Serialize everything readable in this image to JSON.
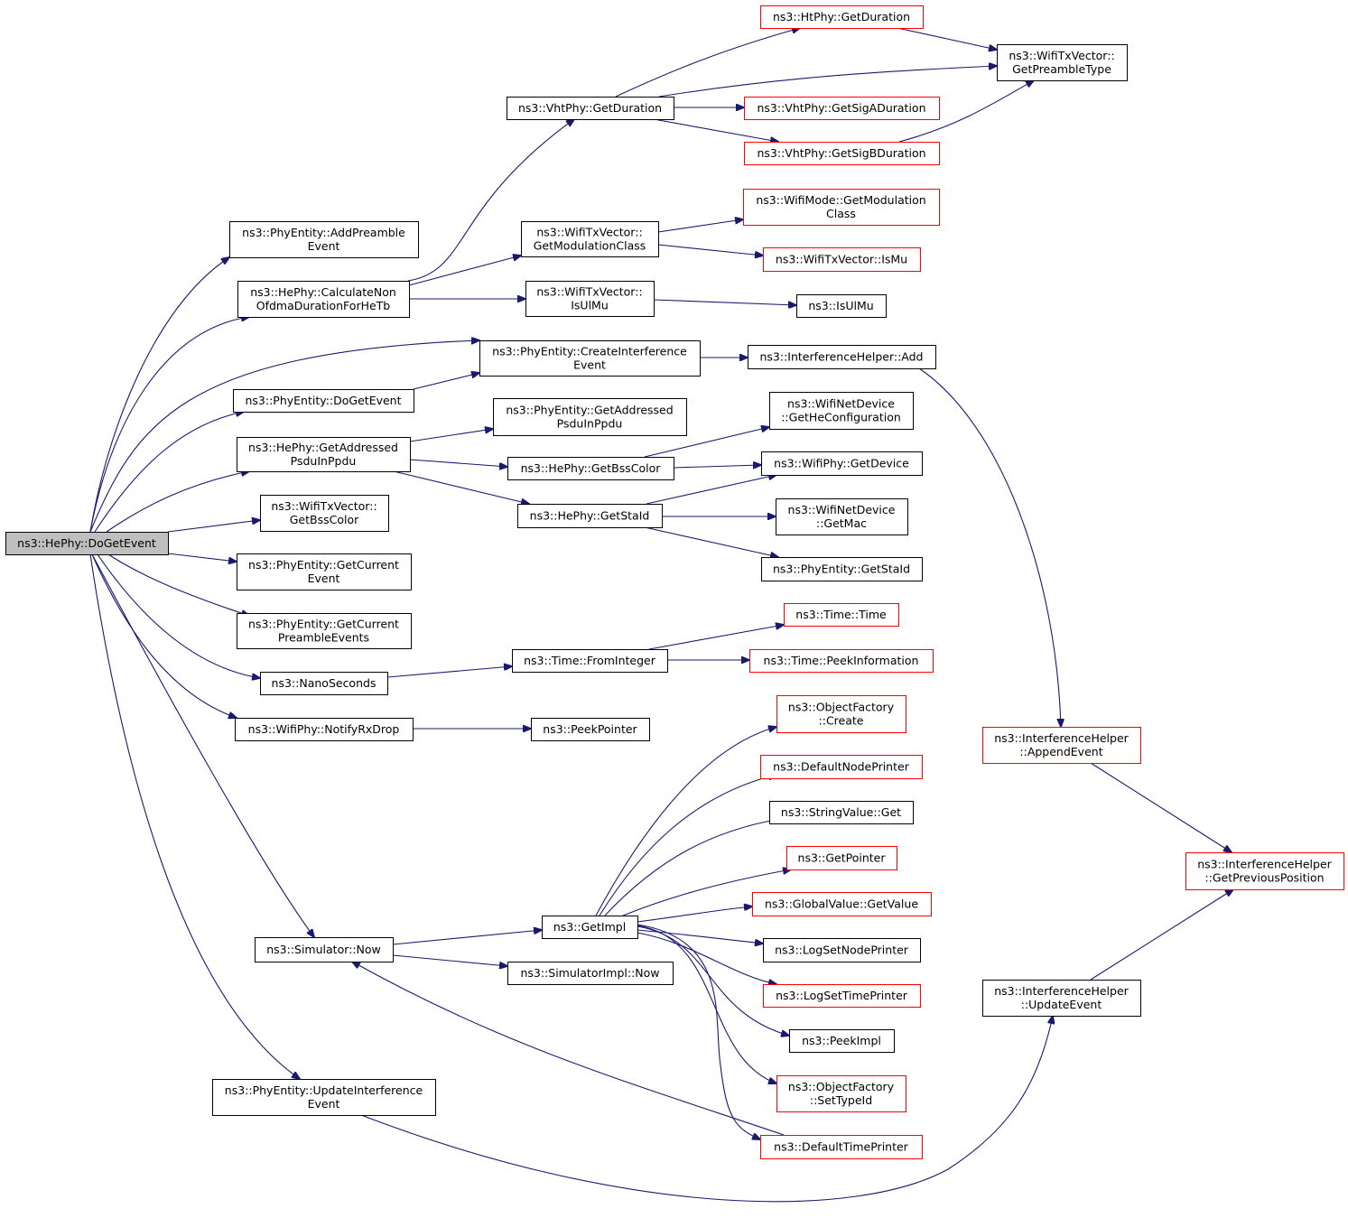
{
  "colors": {
    "edge": "#191970",
    "node_border_default": "#000000",
    "node_border_truncated": "#ff0000",
    "node_fill_focus": "#bfbfbf",
    "node_fill": "#ffffff"
  },
  "nodes": [
    {
      "id": "doGetEvent",
      "lines": [
        "ns3::HePhy::DoGetEvent"
      ],
      "style": "focus"
    },
    {
      "id": "addPreamble",
      "lines": [
        "ns3::PhyEntity::AddPreamble",
        "Event"
      ],
      "style": "default"
    },
    {
      "id": "calcNonOfdma",
      "lines": [
        "ns3::HePhy::CalculateNon",
        "OfdmaDurationForHeTb"
      ],
      "style": "default"
    },
    {
      "id": "createInterf",
      "lines": [
        "ns3::PhyEntity::CreateInterference",
        "Event"
      ],
      "style": "default"
    },
    {
      "id": "peDoGetEvent",
      "lines": [
        "ns3::PhyEntity::DoGetEvent"
      ],
      "style": "default"
    },
    {
      "id": "heGetAddressed",
      "lines": [
        "ns3::HePhy::GetAddressed",
        "PsduInPpdu"
      ],
      "style": "default"
    },
    {
      "id": "txvGetBssColor",
      "lines": [
        "ns3::WifiTxVector::",
        "GetBssColor"
      ],
      "style": "default"
    },
    {
      "id": "getCurrentEvent",
      "lines": [
        "ns3::PhyEntity::GetCurrent",
        "Event"
      ],
      "style": "default"
    },
    {
      "id": "getCurrentPreamble",
      "lines": [
        "ns3::PhyEntity::GetCurrent",
        "PreambleEvents"
      ],
      "style": "default"
    },
    {
      "id": "nanoSeconds",
      "lines": [
        "ns3::NanoSeconds"
      ],
      "style": "default"
    },
    {
      "id": "notifyRxDrop",
      "lines": [
        "ns3::WifiPhy::NotifyRxDrop"
      ],
      "style": "default"
    },
    {
      "id": "simNow",
      "lines": [
        "ns3::Simulator::Now"
      ],
      "style": "default"
    },
    {
      "id": "updateInterf",
      "lines": [
        "ns3::PhyEntity::UpdateInterference",
        "Event"
      ],
      "style": "default"
    },
    {
      "id": "vhtGetDuration",
      "lines": [
        "ns3::VhtPhy::GetDuration"
      ],
      "style": "default"
    },
    {
      "id": "txvGetModClass",
      "lines": [
        "ns3::WifiTxVector::",
        "GetModulationClass"
      ],
      "style": "default"
    },
    {
      "id": "txvIsUlMu",
      "lines": [
        "ns3::WifiTxVector::",
        "IsUlMu"
      ],
      "style": "default"
    },
    {
      "id": "peGetAddressed",
      "lines": [
        "ns3::PhyEntity::GetAddressed",
        "PsduInPpdu"
      ],
      "style": "default"
    },
    {
      "id": "heGetBssColor",
      "lines": [
        "ns3::HePhy::GetBssColor"
      ],
      "style": "default"
    },
    {
      "id": "heGetStaId",
      "lines": [
        "ns3::HePhy::GetStaId"
      ],
      "style": "default"
    },
    {
      "id": "timeFromInteger",
      "lines": [
        "ns3::Time::FromInteger"
      ],
      "style": "default"
    },
    {
      "id": "peekPointer",
      "lines": [
        "ns3::PeekPointer"
      ],
      "style": "default"
    },
    {
      "id": "getImpl",
      "lines": [
        "ns3::GetImpl"
      ],
      "style": "default"
    },
    {
      "id": "simImplNow",
      "lines": [
        "ns3::SimulatorImpl::Now"
      ],
      "style": "default"
    },
    {
      "id": "htGetDuration",
      "lines": [
        "ns3::HtPhy::GetDuration"
      ],
      "style": "truncated"
    },
    {
      "id": "getPreambleType",
      "lines": [
        "ns3::WifiTxVector::",
        "GetPreambleType"
      ],
      "style": "default"
    },
    {
      "id": "vhtGetSigA",
      "lines": [
        "ns3::VhtPhy::GetSigADuration"
      ],
      "style": "truncated"
    },
    {
      "id": "vhtGetSigB",
      "lines": [
        "ns3::VhtPhy::GetSigBDuration"
      ],
      "style": "truncated"
    },
    {
      "id": "wmGetModClass",
      "lines": [
        "ns3::WifiMode::GetModulation",
        "Class"
      ],
      "style": "truncated"
    },
    {
      "id": "txvIsMu",
      "lines": [
        "ns3::WifiTxVector::IsMu"
      ],
      "style": "truncated"
    },
    {
      "id": "isUlMu",
      "lines": [
        "ns3::IsUlMu"
      ],
      "style": "default"
    },
    {
      "id": "ihAdd",
      "lines": [
        "ns3::InterferenceHelper::Add"
      ],
      "style": "default"
    },
    {
      "id": "getHeConfig",
      "lines": [
        "ns3::WifiNetDevice",
        "::GetHeConfiguration"
      ],
      "style": "default"
    },
    {
      "id": "wpGetDevice",
      "lines": [
        "ns3::WifiPhy::GetDevice"
      ],
      "style": "default"
    },
    {
      "id": "wndGetMac",
      "lines": [
        "ns3::WifiNetDevice",
        "::GetMac"
      ],
      "style": "default"
    },
    {
      "id": "peGetStaId",
      "lines": [
        "ns3::PhyEntity::GetStaId"
      ],
      "style": "default"
    },
    {
      "id": "timeTime",
      "lines": [
        "ns3::Time::Time"
      ],
      "style": "truncated"
    },
    {
      "id": "timePeekInfo",
      "lines": [
        "ns3::Time::PeekInformation"
      ],
      "style": "truncated"
    },
    {
      "id": "ofCreate",
      "lines": [
        "ns3::ObjectFactory",
        "::Create"
      ],
      "style": "truncated"
    },
    {
      "id": "defaultNodePrinter",
      "lines": [
        "ns3::DefaultNodePrinter"
      ],
      "style": "truncated"
    },
    {
      "id": "stringValueGet",
      "lines": [
        "ns3::StringValue::Get"
      ],
      "style": "default"
    },
    {
      "id": "getPointer",
      "lines": [
        "ns3::GetPointer"
      ],
      "style": "truncated"
    },
    {
      "id": "globalValueGet",
      "lines": [
        "ns3::GlobalValue::GetValue"
      ],
      "style": "truncated"
    },
    {
      "id": "logSetNodePrinter",
      "lines": [
        "ns3::LogSetNodePrinter"
      ],
      "style": "default"
    },
    {
      "id": "logSetTimePrinter",
      "lines": [
        "ns3::LogSetTimePrinter"
      ],
      "style": "truncated"
    },
    {
      "id": "peekImpl",
      "lines": [
        "ns3::PeekImpl"
      ],
      "style": "default"
    },
    {
      "id": "ofSetTypeId",
      "lines": [
        "ns3::ObjectFactory",
        "::SetTypeId"
      ],
      "style": "truncated"
    },
    {
      "id": "defaultTimePrinter",
      "lines": [
        "ns3::DefaultTimePrinter"
      ],
      "style": "truncated"
    },
    {
      "id": "ihAppendEvent",
      "lines": [
        "ns3::InterferenceHelper",
        "::AppendEvent"
      ],
      "style": "truncated"
    },
    {
      "id": "ihGetPrevPos",
      "lines": [
        "ns3::InterferenceHelper",
        "::GetPreviousPosition"
      ],
      "style": "truncated"
    },
    {
      "id": "ihUpdateEvent",
      "lines": [
        "ns3::InterferenceHelper",
        "::UpdateEvent"
      ],
      "style": "default"
    }
  ],
  "edges": [
    [
      "doGetEvent",
      "addPreamble"
    ],
    [
      "doGetEvent",
      "calcNonOfdma"
    ],
    [
      "doGetEvent",
      "createInterf"
    ],
    [
      "doGetEvent",
      "peDoGetEvent"
    ],
    [
      "doGetEvent",
      "heGetAddressed"
    ],
    [
      "doGetEvent",
      "txvGetBssColor"
    ],
    [
      "doGetEvent",
      "getCurrentEvent"
    ],
    [
      "doGetEvent",
      "getCurrentPreamble"
    ],
    [
      "doGetEvent",
      "nanoSeconds"
    ],
    [
      "doGetEvent",
      "notifyRxDrop"
    ],
    [
      "doGetEvent",
      "simNow"
    ],
    [
      "doGetEvent",
      "updateInterf"
    ],
    [
      "calcNonOfdma",
      "vhtGetDuration"
    ],
    [
      "calcNonOfdma",
      "txvGetModClass"
    ],
    [
      "calcNonOfdma",
      "txvIsUlMu"
    ],
    [
      "vhtGetDuration",
      "htGetDuration"
    ],
    [
      "vhtGetDuration",
      "getPreambleType"
    ],
    [
      "vhtGetDuration",
      "vhtGetSigA"
    ],
    [
      "vhtGetDuration",
      "vhtGetSigB"
    ],
    [
      "htGetDuration",
      "getPreambleType"
    ],
    [
      "vhtGetSigB",
      "getPreambleType"
    ],
    [
      "txvGetModClass",
      "wmGetModClass"
    ],
    [
      "txvGetModClass",
      "txvIsMu"
    ],
    [
      "txvIsUlMu",
      "isUlMu"
    ],
    [
      "createInterf",
      "ihAdd"
    ],
    [
      "peDoGetEvent",
      "createInterf"
    ],
    [
      "heGetAddressed",
      "peGetAddressed"
    ],
    [
      "heGetAddressed",
      "heGetBssColor"
    ],
    [
      "heGetAddressed",
      "heGetStaId"
    ],
    [
      "heGetBssColor",
      "getHeConfig"
    ],
    [
      "heGetBssColor",
      "wpGetDevice"
    ],
    [
      "heGetStaId",
      "wpGetDevice"
    ],
    [
      "heGetStaId",
      "wndGetMac"
    ],
    [
      "heGetStaId",
      "peGetStaId"
    ],
    [
      "nanoSeconds",
      "timeFromInteger"
    ],
    [
      "timeFromInteger",
      "timeTime"
    ],
    [
      "timeFromInteger",
      "timePeekInfo"
    ],
    [
      "notifyRxDrop",
      "peekPointer"
    ],
    [
      "simNow",
      "getImpl"
    ],
    [
      "simNow",
      "simImplNow"
    ],
    [
      "getImpl",
      "ofCreate"
    ],
    [
      "getImpl",
      "defaultNodePrinter"
    ],
    [
      "getImpl",
      "stringValueGet"
    ],
    [
      "getImpl",
      "getPointer"
    ],
    [
      "getImpl",
      "globalValueGet"
    ],
    [
      "getImpl",
      "logSetNodePrinter"
    ],
    [
      "getImpl",
      "logSetTimePrinter"
    ],
    [
      "getImpl",
      "peekImpl"
    ],
    [
      "getImpl",
      "ofSetTypeId"
    ],
    [
      "getImpl",
      "defaultTimePrinter"
    ],
    [
      "defaultTimePrinter",
      "simNow"
    ],
    [
      "ihAdd",
      "ihAppendEvent"
    ],
    [
      "ihAppendEvent",
      "ihGetPrevPos"
    ],
    [
      "updateInterf",
      "ihUpdateEvent"
    ],
    [
      "ihUpdateEvent",
      "ihGetPrevPos"
    ]
  ]
}
